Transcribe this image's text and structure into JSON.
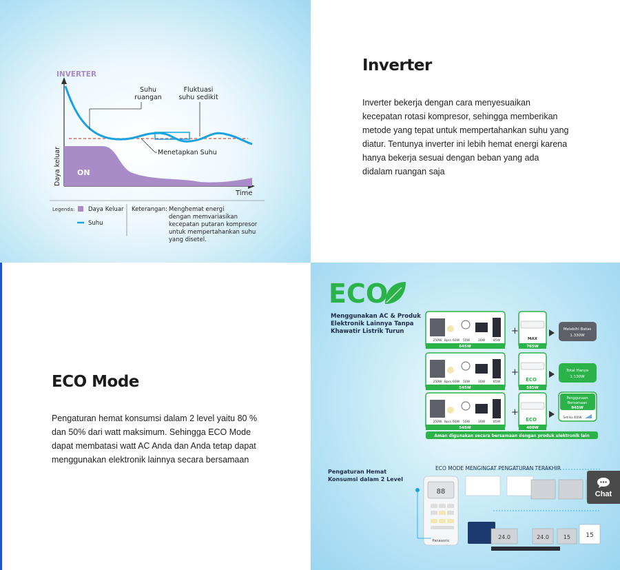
{
  "inverter": {
    "chart": {
      "brand_label": "INVERTER",
      "label_room_temp_1": "Suhu",
      "label_room_temp_2": "ruangan",
      "label_fluct_1": "Fluktuasi",
      "label_fluct_2": "suhu sedikit",
      "label_setpoint": "Menetapkan Suhu",
      "label_on": "ON",
      "axis_y": "Daya keluar",
      "axis_x": "Time",
      "legend_title": "Legenda:",
      "legend_power": "Daya Keluar",
      "legend_temp": "Suhu",
      "note_title": "Keterangan:",
      "note_line1": "Menghemat energi",
      "note_line2": "dengan memvariasikan",
      "note_line3": "kecepatan putaran kompresor",
      "note_line4": "untuk mempertahankan suhu",
      "note_line5": "yang disetel.",
      "colors": {
        "power_fill": "#a98bc8",
        "temp_line": "#1aa1e0",
        "setpoint": "#e04a3a",
        "brand": "#a98bc8"
      }
    },
    "title": "Inverter",
    "description": "Inverter bekerja dengan cara menyesuaikan kecepatan rotasi kompresor, sehingga memberikan metode yang tepat untuk mempertahankan suhu yang diatur. Tentunya inverter ini lebih hemat energi karena hanya bekerja sesuai dengan beban yang ada didalam ruangan saja"
  },
  "eco": {
    "title": "ECO Mode",
    "description": "Pengaturan hemat konsumsi dalam 2 level yaitu 80 % dan 50% dari watt maksimum. Sehingga ECO Mode dapat membatasi watt AC Anda dan Anda tetap dapat menggunakan elektronik lainnya secara bersamaan",
    "graphic": {
      "logo": "ECO",
      "headline_1": "Menggunakan AC & Produk",
      "headline_2": "Elektronik Lainnya Tanpa",
      "headline_3": "Khawatir Listrik Turun",
      "rows": [
        {
          "appliances": [
            "250W",
            "8pcs 60W",
            "50W",
            "30W",
            "85W"
          ],
          "total": "645W",
          "ac_label": "MAX",
          "ac_watt": "765W",
          "result_1": "Melebihi Batas",
          "result_2": "1.330W"
        },
        {
          "appliances": [
            "250W",
            "8pcs 60W",
            "50W",
            "30W",
            "85W"
          ],
          "total": "545W",
          "ac_label": "ECO",
          "ac_watt": "585W",
          "result_1": "Total Hanya",
          "result_2": "1.130W"
        },
        {
          "appliances": [
            "250W",
            "8pcs 60W",
            "50W",
            "30W",
            "85W"
          ],
          "total": "545W",
          "ac_label": "ECO",
          "ac_watt": "400W",
          "result_1": "Penggunaan",
          "result_1b": "Bersamaan",
          "result_2": "945W",
          "extra": "Setrika 400W"
        }
      ],
      "safe_banner": "Aman digunakan secara bersamaan dengan produk elektronik lain",
      "sub_1": "Pengaturan Hemat",
      "sub_2": "Konsumsi dalam 2 Level",
      "memory_title": "ECO MODE MENGINGAT PENGATURAN TERAKHIR",
      "remote_brand": "Panasonic",
      "remote_display": "88",
      "display_vals": [
        "24.0",
        "24.0",
        "15",
        "15"
      ],
      "colors": {
        "eco_green": "#2bb34a",
        "dark_grey": "#5d6066",
        "eco_red": "#d0021b"
      }
    }
  },
  "chat": {
    "label": "Chat"
  }
}
